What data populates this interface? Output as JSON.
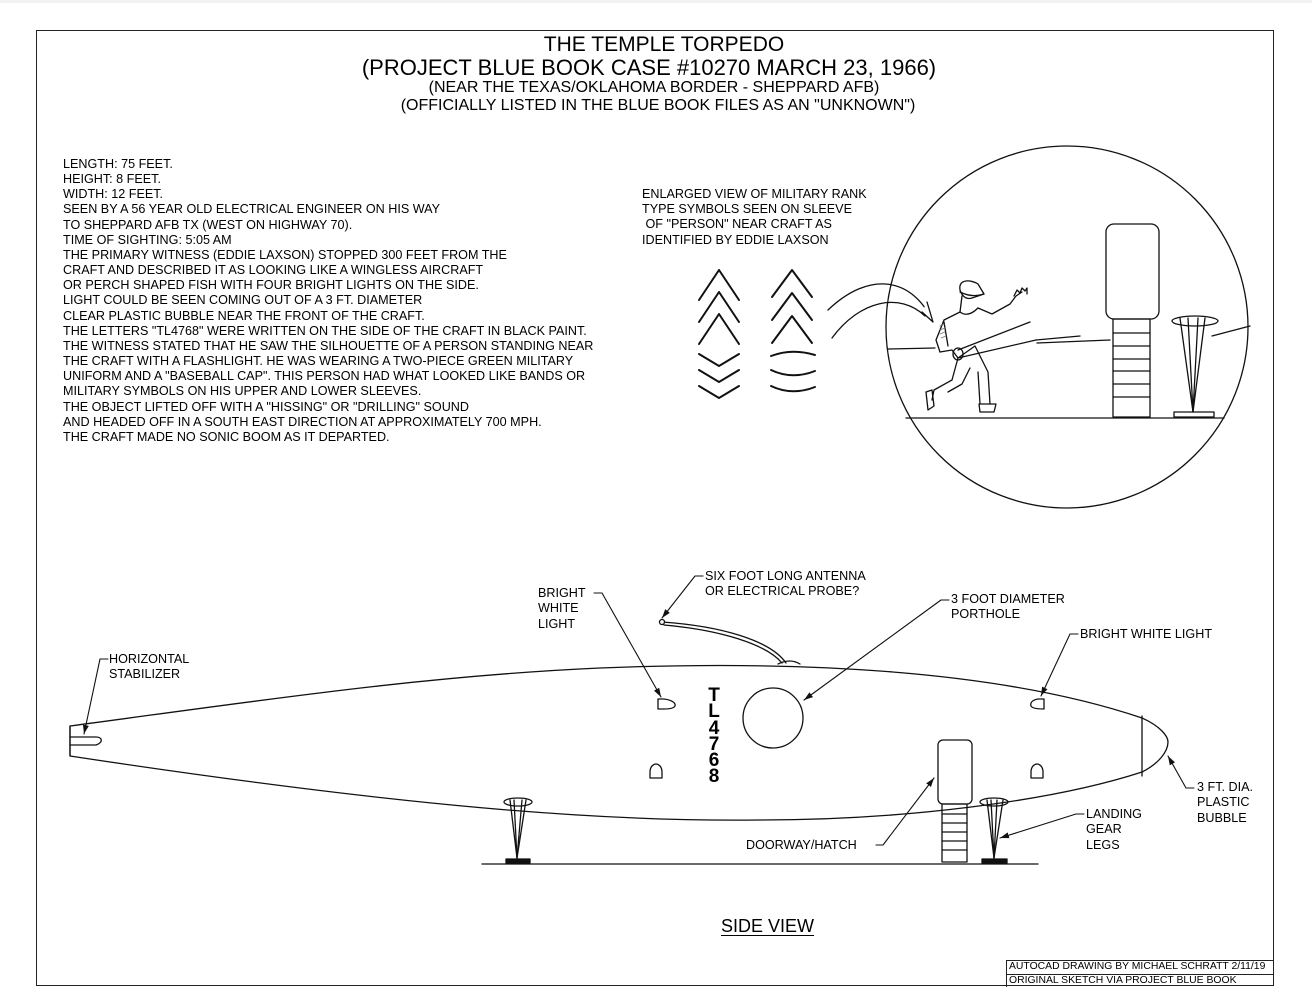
{
  "title": {
    "line1": "THE TEMPLE TORPEDO",
    "line2": "(PROJECT BLUE BOOK CASE #10270 MARCH 23, 1966)",
    "line3": "(NEAR THE TEXAS/OKLAHOMA BORDER - SHEPPARD AFB)",
    "line4": "(OFFICIALLY LISTED IN THE BLUE BOOK FILES AS AN \"UNKNOWN\")"
  },
  "notes": [
    "LENGTH: 75 FEET.",
    "HEIGHT: 8 FEET.",
    "WIDTH: 12 FEET.",
    "SEEN BY A 56 YEAR OLD ELECTRICAL ENGINEER ON HIS WAY",
    "TO SHEPPARD AFB TX (WEST ON HIGHWAY 70).",
    "TIME OF SIGHTING: 5:05 AM",
    "THE PRIMARY WITNESS (EDDIE LAXSON) STOPPED 300 FEET FROM THE",
    "CRAFT AND DESCRIBED IT AS LOOKING LIKE A WINGLESS AIRCRAFT",
    "OR PERCH SHAPED FISH WITH FOUR BRIGHT LIGHTS ON THE SIDE.",
    "LIGHT COULD BE SEEN COMING OUT OF A 3 FT. DIAMETER",
    "CLEAR PLASTIC BUBBLE NEAR THE FRONT OF THE CRAFT.",
    "THE LETTERS \"TL4768\" WERE WRITTEN ON THE SIDE OF THE CRAFT IN BLACK PAINT.",
    "THE WITNESS STATED THAT HE SAW THE SILHOUETTE OF A PERSON STANDING NEAR",
    "THE CRAFT WITH A FLASHLIGHT. HE WAS WEARING A TWO-PIECE GREEN MILITARY",
    "UNIFORM AND A \"BASEBALL CAP\". THIS PERSON HAD WHAT LOOKED LIKE BANDS OR",
    "MILITARY SYMBOLS ON HIS UPPER AND LOWER SLEEVES.",
    "THE OBJECT LIFTED OFF WITH A \"HISSING\" OR \"DRILLING\" SOUND",
    "AND HEADED OFF IN A SOUTH EAST DIRECTION AT APPROXIMATELY 700 MPH.",
    "THE CRAFT MADE NO SONIC BOOM AS IT DEPARTED."
  ],
  "enlarged_view": [
    "ENLARGED VIEW OF MILITARY RANK",
    "TYPE SYMBOLS SEEN ON SLEEVE",
    " OF \"PERSON\" NEAR CRAFT AS",
    "IDENTIFIED BY EDDIE LAXSON"
  ],
  "callouts": {
    "antenna": [
      "SIX FOOT LONG ANTENNA",
      "OR ELECTRICAL PROBE?"
    ],
    "light_left": [
      "BRIGHT",
      "WHITE",
      "LIGHT"
    ],
    "porthole": [
      "3 FOOT DIAMETER",
      "PORTHOLE"
    ],
    "light_right": "BRIGHT WHITE LIGHT",
    "stabilizer": [
      "HORIZONTAL",
      "STABILIZER"
    ],
    "bubble": [
      "3 FT. DIA.",
      "PLASTIC",
      "BUBBLE"
    ],
    "landing_gear": [
      "LANDING",
      "GEAR",
      "LEGS"
    ],
    "doorway": "DOORWAY/HATCH"
  },
  "registration": [
    "T",
    "L",
    "4",
    "7",
    "6",
    "8"
  ],
  "view_label": "SIDE VIEW",
  "title_block": {
    "row1": "AUTOCAD DRAWING BY MICHAEL SCHRATT 2/11/19",
    "row2": "ORIGINAL SKETCH VIA PROJECT BLUE BOOK"
  }
}
